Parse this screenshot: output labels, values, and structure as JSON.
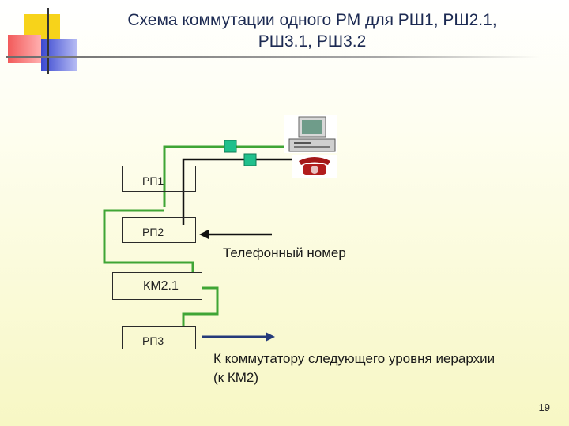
{
  "title": {
    "line1": "Схема коммутации одного РМ для РШ1, РШ2.1,",
    "line2": "РШ3.1, РШ3.2"
  },
  "nodes": {
    "rp1": "РП1",
    "rp2": "РП2",
    "km21": "КМ2.1",
    "rp3": "РП3"
  },
  "labels": {
    "phone_number": "Телефонный номер",
    "next_level_1": "К коммутатору следующего уровня иерархии",
    "next_level_2": "(к КМ2)"
  },
  "icons": {
    "computer": "computer-icon",
    "phone": "telephone-icon"
  },
  "colors": {
    "green_wire": "#3fa535",
    "black_wire": "#111111",
    "blue_arrow": "#243a7a",
    "jack": "#20c08c",
    "deco_yellow": "#f7d31a",
    "deco_red": "#f25a5a",
    "deco_blue": "#3a48d0"
  },
  "page_number": "19"
}
